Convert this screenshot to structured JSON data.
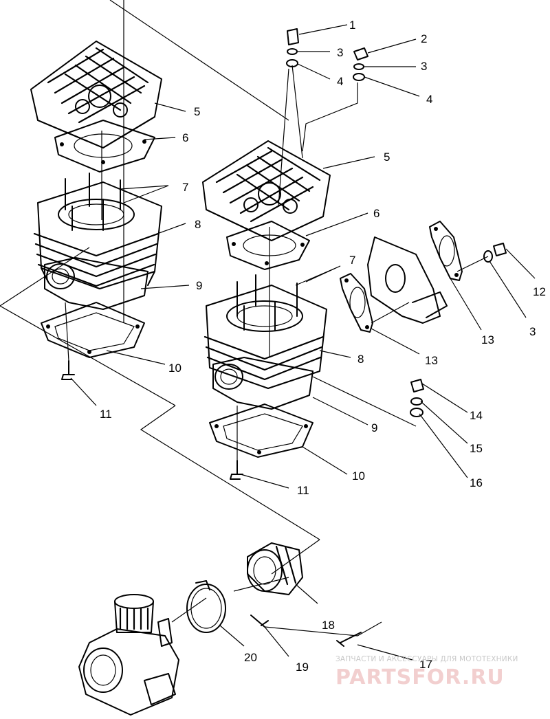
{
  "callouts": {
    "c1": "1",
    "c2": "2",
    "c3a": "3",
    "c3b": "3",
    "c3c": "3",
    "c4a": "4",
    "c4b": "4",
    "c5a": "5",
    "c5b": "5",
    "c6a": "6",
    "c6b": "6",
    "c7a": "7",
    "c7b": "7",
    "c8a": "8",
    "c8b": "8",
    "c9a": "9",
    "c9b": "9",
    "c10a": "10",
    "c10b": "10",
    "c11a": "11",
    "c11b": "11",
    "c12": "12",
    "c13a": "13",
    "c13b": "13",
    "c14": "14",
    "c15": "15",
    "c16": "16",
    "c17": "17",
    "c18": "18",
    "c19": "19",
    "c20": "20"
  },
  "watermark": {
    "tagline": "ЗАПЧАСТИ И АКСЕССУАРЫ ДЛЯ МОТОТЕХНИКИ",
    "brand": "PARTSFOR.RU"
  }
}
